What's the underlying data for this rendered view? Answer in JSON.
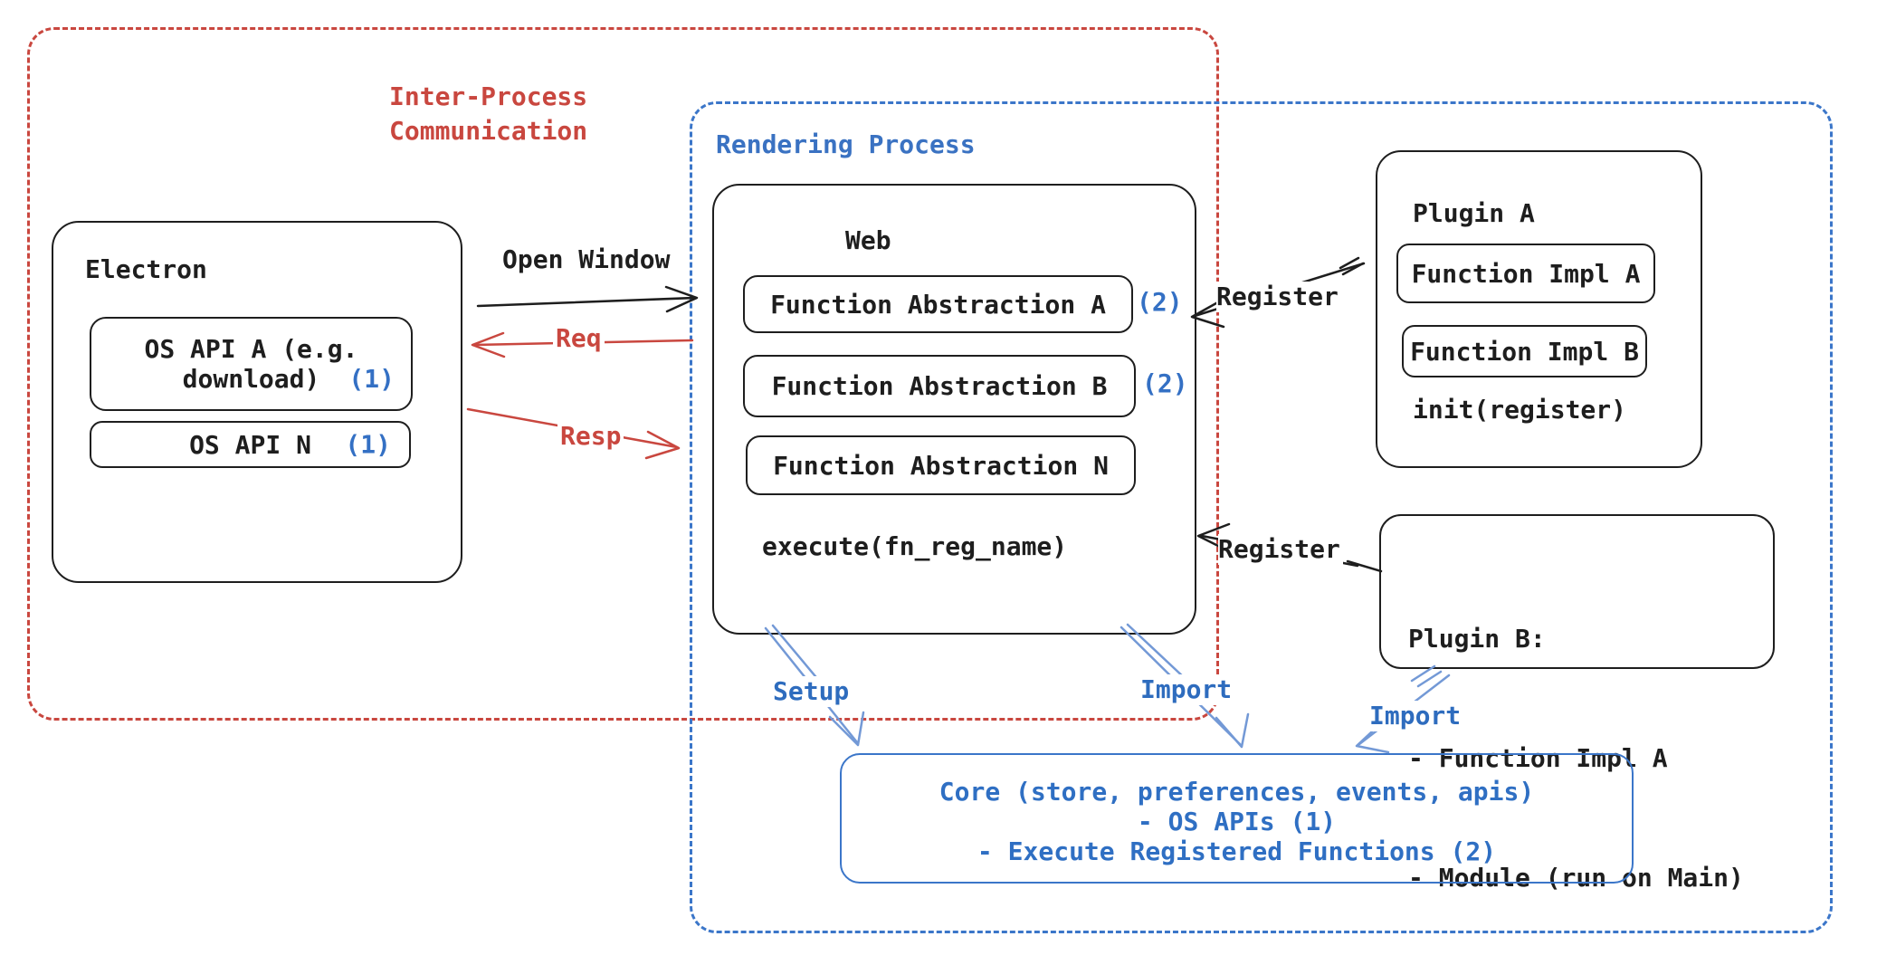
{
  "ipc": {
    "line1": "Inter-Process",
    "line2": "Communication"
  },
  "rendering": {
    "label": "Rendering Process"
  },
  "electron": {
    "title": "Electron",
    "api_a": {
      "line1": "OS API A (e.g.",
      "line2": "download)",
      "badge": "(1)"
    },
    "api_n": {
      "label": "OS API N",
      "badge": "(1)"
    }
  },
  "web": {
    "title": "Web",
    "fn_a": {
      "label": "Function Abstraction A",
      "badge": "(2)"
    },
    "fn_b": {
      "label": "Function Abstraction B",
      "badge": "(2)"
    },
    "fn_n": {
      "label": "Function Abstraction N"
    },
    "execute": "execute(fn_reg_name)"
  },
  "plugin_a": {
    "title": "Plugin A",
    "impl_a": "Function Impl A",
    "impl_b": "Function Impl B",
    "init": "init(register)"
  },
  "plugin_b": {
    "title": "Plugin B:",
    "item1": "- Function Impl A",
    "item2": "- Module (run on Main)"
  },
  "core": {
    "line1": "Core (store, preferences, events, apis)",
    "line2": "- OS APIs (1)",
    "line3": "- Execute Registered Functions (2)"
  },
  "arrows": {
    "open_window": "Open Window",
    "req": "Req",
    "resp": "Resp",
    "register_a": "Register",
    "register_b": "Register",
    "setup": "Setup",
    "import_web": "Import",
    "import_plugin": "Import"
  },
  "colors": {
    "black": "#1e1e1e",
    "red": "#c9473f",
    "blue_text": "#3470c4",
    "blue_border": "#3b76c9",
    "light_blue_arrow": "#7399d6"
  }
}
